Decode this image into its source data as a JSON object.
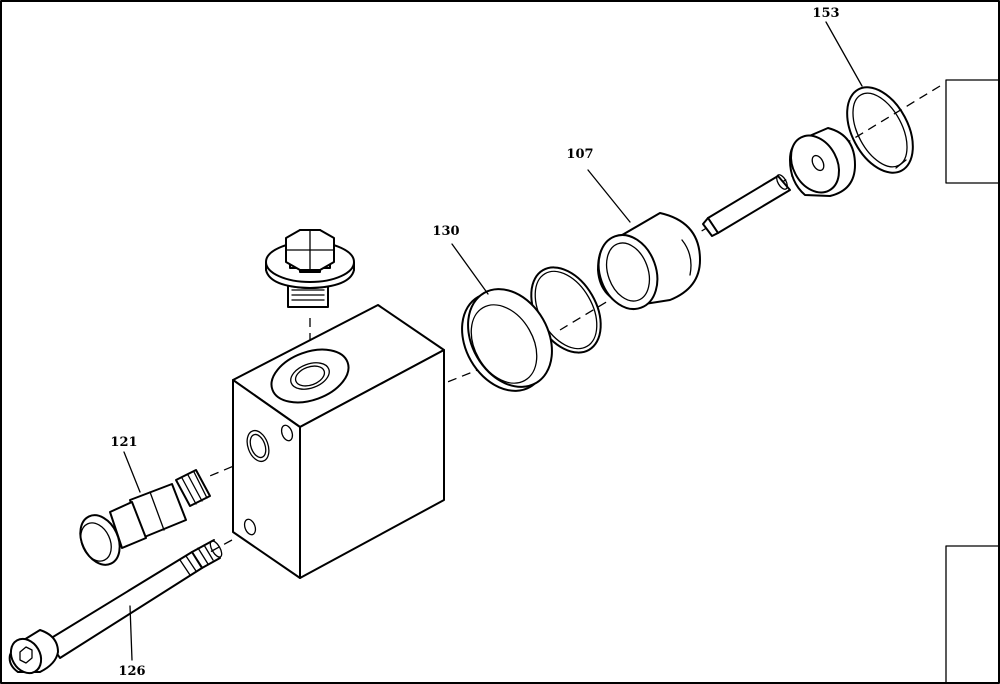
{
  "callouts": [
    {
      "id": "153",
      "label": "153"
    },
    {
      "id": "107",
      "label": "107"
    },
    {
      "id": "130",
      "label": "130"
    },
    {
      "id": "121",
      "label": "121"
    },
    {
      "id": "126",
      "label": "126"
    }
  ]
}
